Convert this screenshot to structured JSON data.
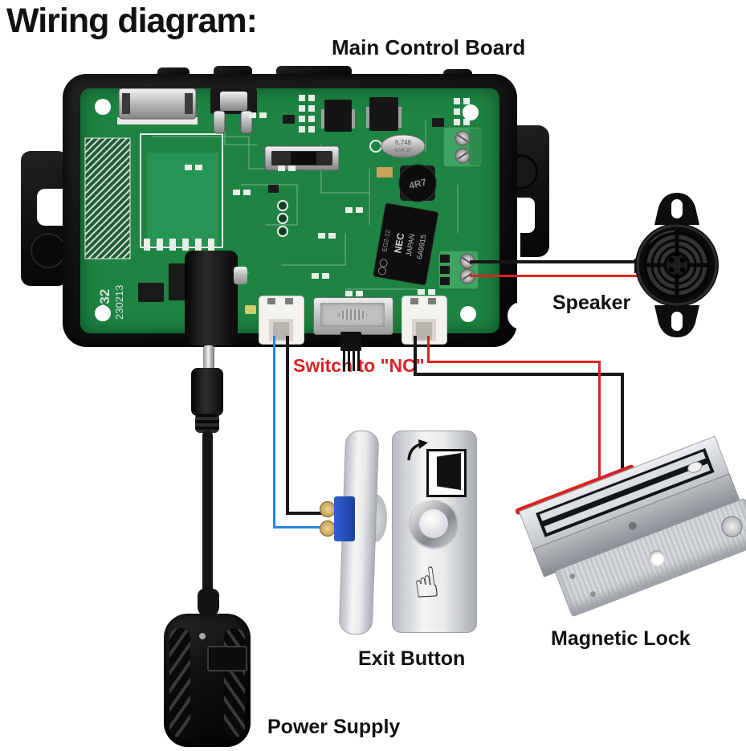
{
  "title": "Wiring diagram:",
  "labels": {
    "board": "Main Control Board",
    "speaker": "Speaker",
    "switch_note": "Switch to \"NC\"",
    "exit_button": "Exit Button",
    "magnetic_lock": "Magnetic Lock",
    "power_supply": "Power Supply"
  },
  "pcb": {
    "code_line1": "P32",
    "code_line2": "230213",
    "relay_model": "EG2-12",
    "relay_brand": "NEC",
    "relay_country": "JAPAN",
    "relay_code": "6A9915",
    "crystal_freq": "6.748",
    "crystal_code": "KAR 2F",
    "inductor": "4R7"
  },
  "icons": {
    "hand_press": "☝"
  },
  "colors": {
    "red": "#e41f1f",
    "blue": "#2787e8",
    "black": "#161616",
    "cable": "#141414",
    "note_red": "#dd2222",
    "pcb_green": "#1e8343"
  }
}
